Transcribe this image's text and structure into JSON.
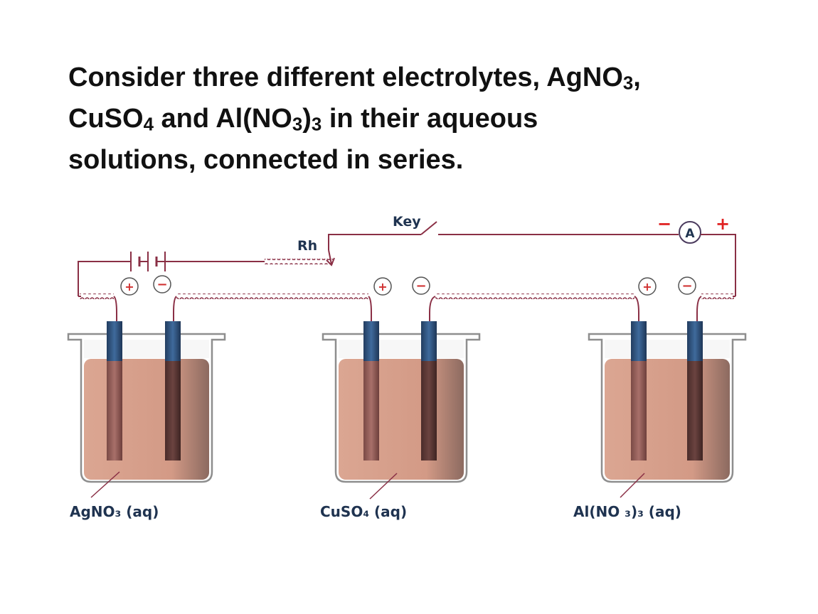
{
  "heading": {
    "line1": {
      "pre": "Consider three different electrolytes, AgNO",
      "sub": "3",
      "post": ","
    },
    "line2": {
      "a": "CuSO",
      "sub1": "4",
      "b": " and Al(NO",
      "sub2": "3",
      "c": ")",
      "sub3": "3",
      "d": " in their  aqueous"
    },
    "line3": "solutions, connected in series."
  },
  "circuit": {
    "rheostat_label": "Rh",
    "key_label": "Key",
    "ammeter_label": "A",
    "ammeter_minus": "−",
    "ammeter_plus": "+",
    "plus_sign": "+",
    "minus_sign": "−"
  },
  "cells": [
    {
      "label": "AgNO₃ (aq)"
    },
    {
      "label": "CuSO₄ (aq)"
    },
    {
      "label": "Al(NO ₃)₃ (aq)"
    }
  ],
  "colors": {
    "wire": "#8a2f45",
    "ammeter_sign": "#e02020",
    "terminal": "#d03030",
    "electrode_top": "#2e4f7a",
    "solution": "#d9a08e",
    "label": "#1f3350"
  }
}
